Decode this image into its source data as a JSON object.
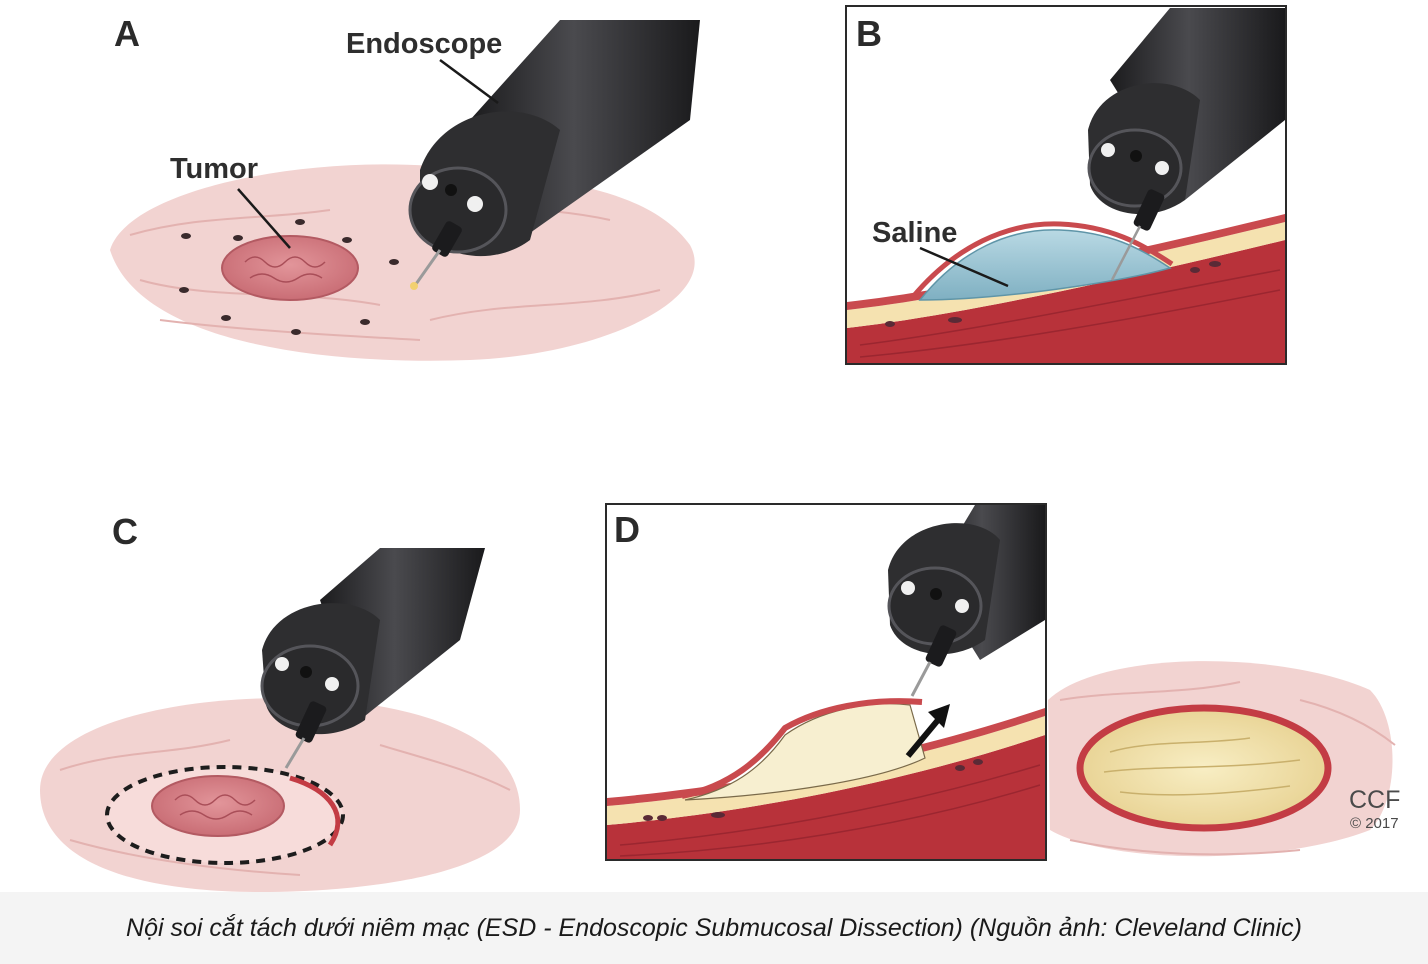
{
  "panels": {
    "a": {
      "letter": "A",
      "labels": {
        "endoscope": "Endoscope",
        "tumor": "Tumor"
      }
    },
    "b": {
      "letter": "B",
      "labels": {
        "saline": "Saline"
      }
    },
    "c": {
      "letter": "C"
    },
    "d": {
      "letter": "D"
    }
  },
  "credit": {
    "line1": "CCF",
    "line2": "© 2017"
  },
  "caption": "Nội soi cắt tách dưới niêm mạc (ESD - Endoscopic Submucosal Dissection) (Nguồn ảnh: Cleveland Clinic)",
  "colors": {
    "mucosa": "#f2d2d0",
    "muscle": "#b8323a",
    "submucosa": "#f5e2b0",
    "endoscope": "#2e2e30",
    "saline": "#9cc4d4",
    "tumor": "#d77f86",
    "caption_bg": "#f4f4f4"
  }
}
